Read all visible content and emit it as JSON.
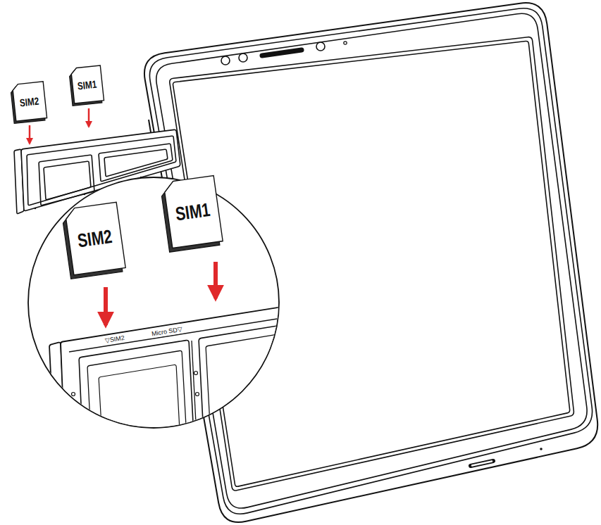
{
  "diagram": {
    "nodes": [
      {
        "text": [
          "SIM2"
        ]
      },
      {
        "text": [
          "SIM1"
        ]
      },
      {
        "text": [
          "SIM2"
        ]
      },
      {
        "text": [
          "SIM1"
        ]
      }
    ],
    "labels": [
      "▽SIM2",
      "Micro SD▽"
    ]
  }
}
